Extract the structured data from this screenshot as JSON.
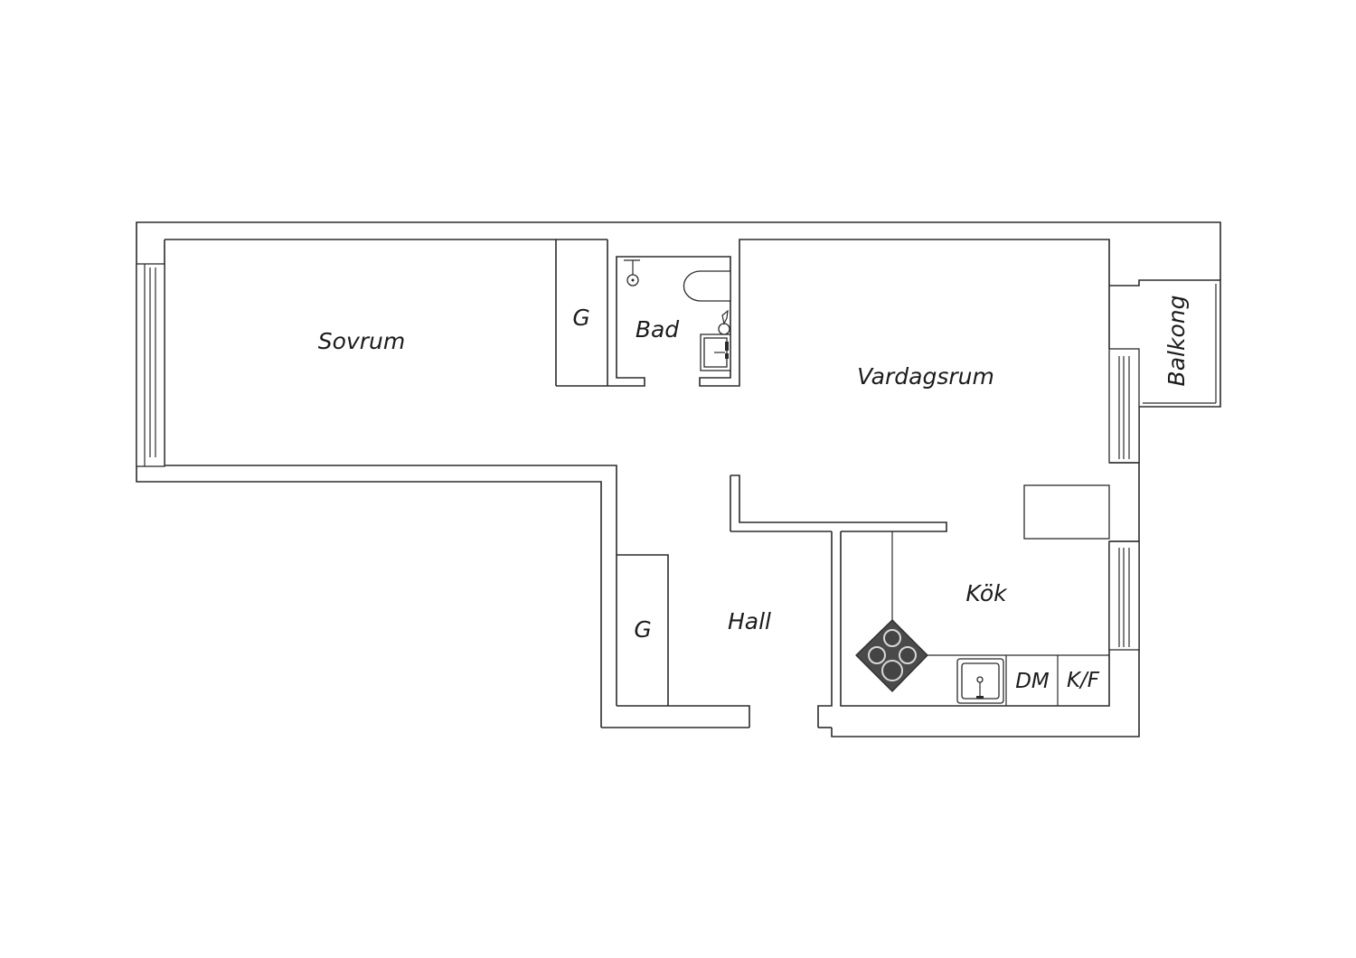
{
  "rooms": {
    "sovrum": "Sovrum",
    "garderob_top": "G",
    "bad": "Bad",
    "vardagsrum": "Vardagsrum",
    "balkong": "Balkong",
    "kok": "Kök",
    "hall": "Hall",
    "garderob_hall": "G"
  },
  "appliances": {
    "dishwasher": "DM",
    "fridge_freezer": "K/F"
  }
}
